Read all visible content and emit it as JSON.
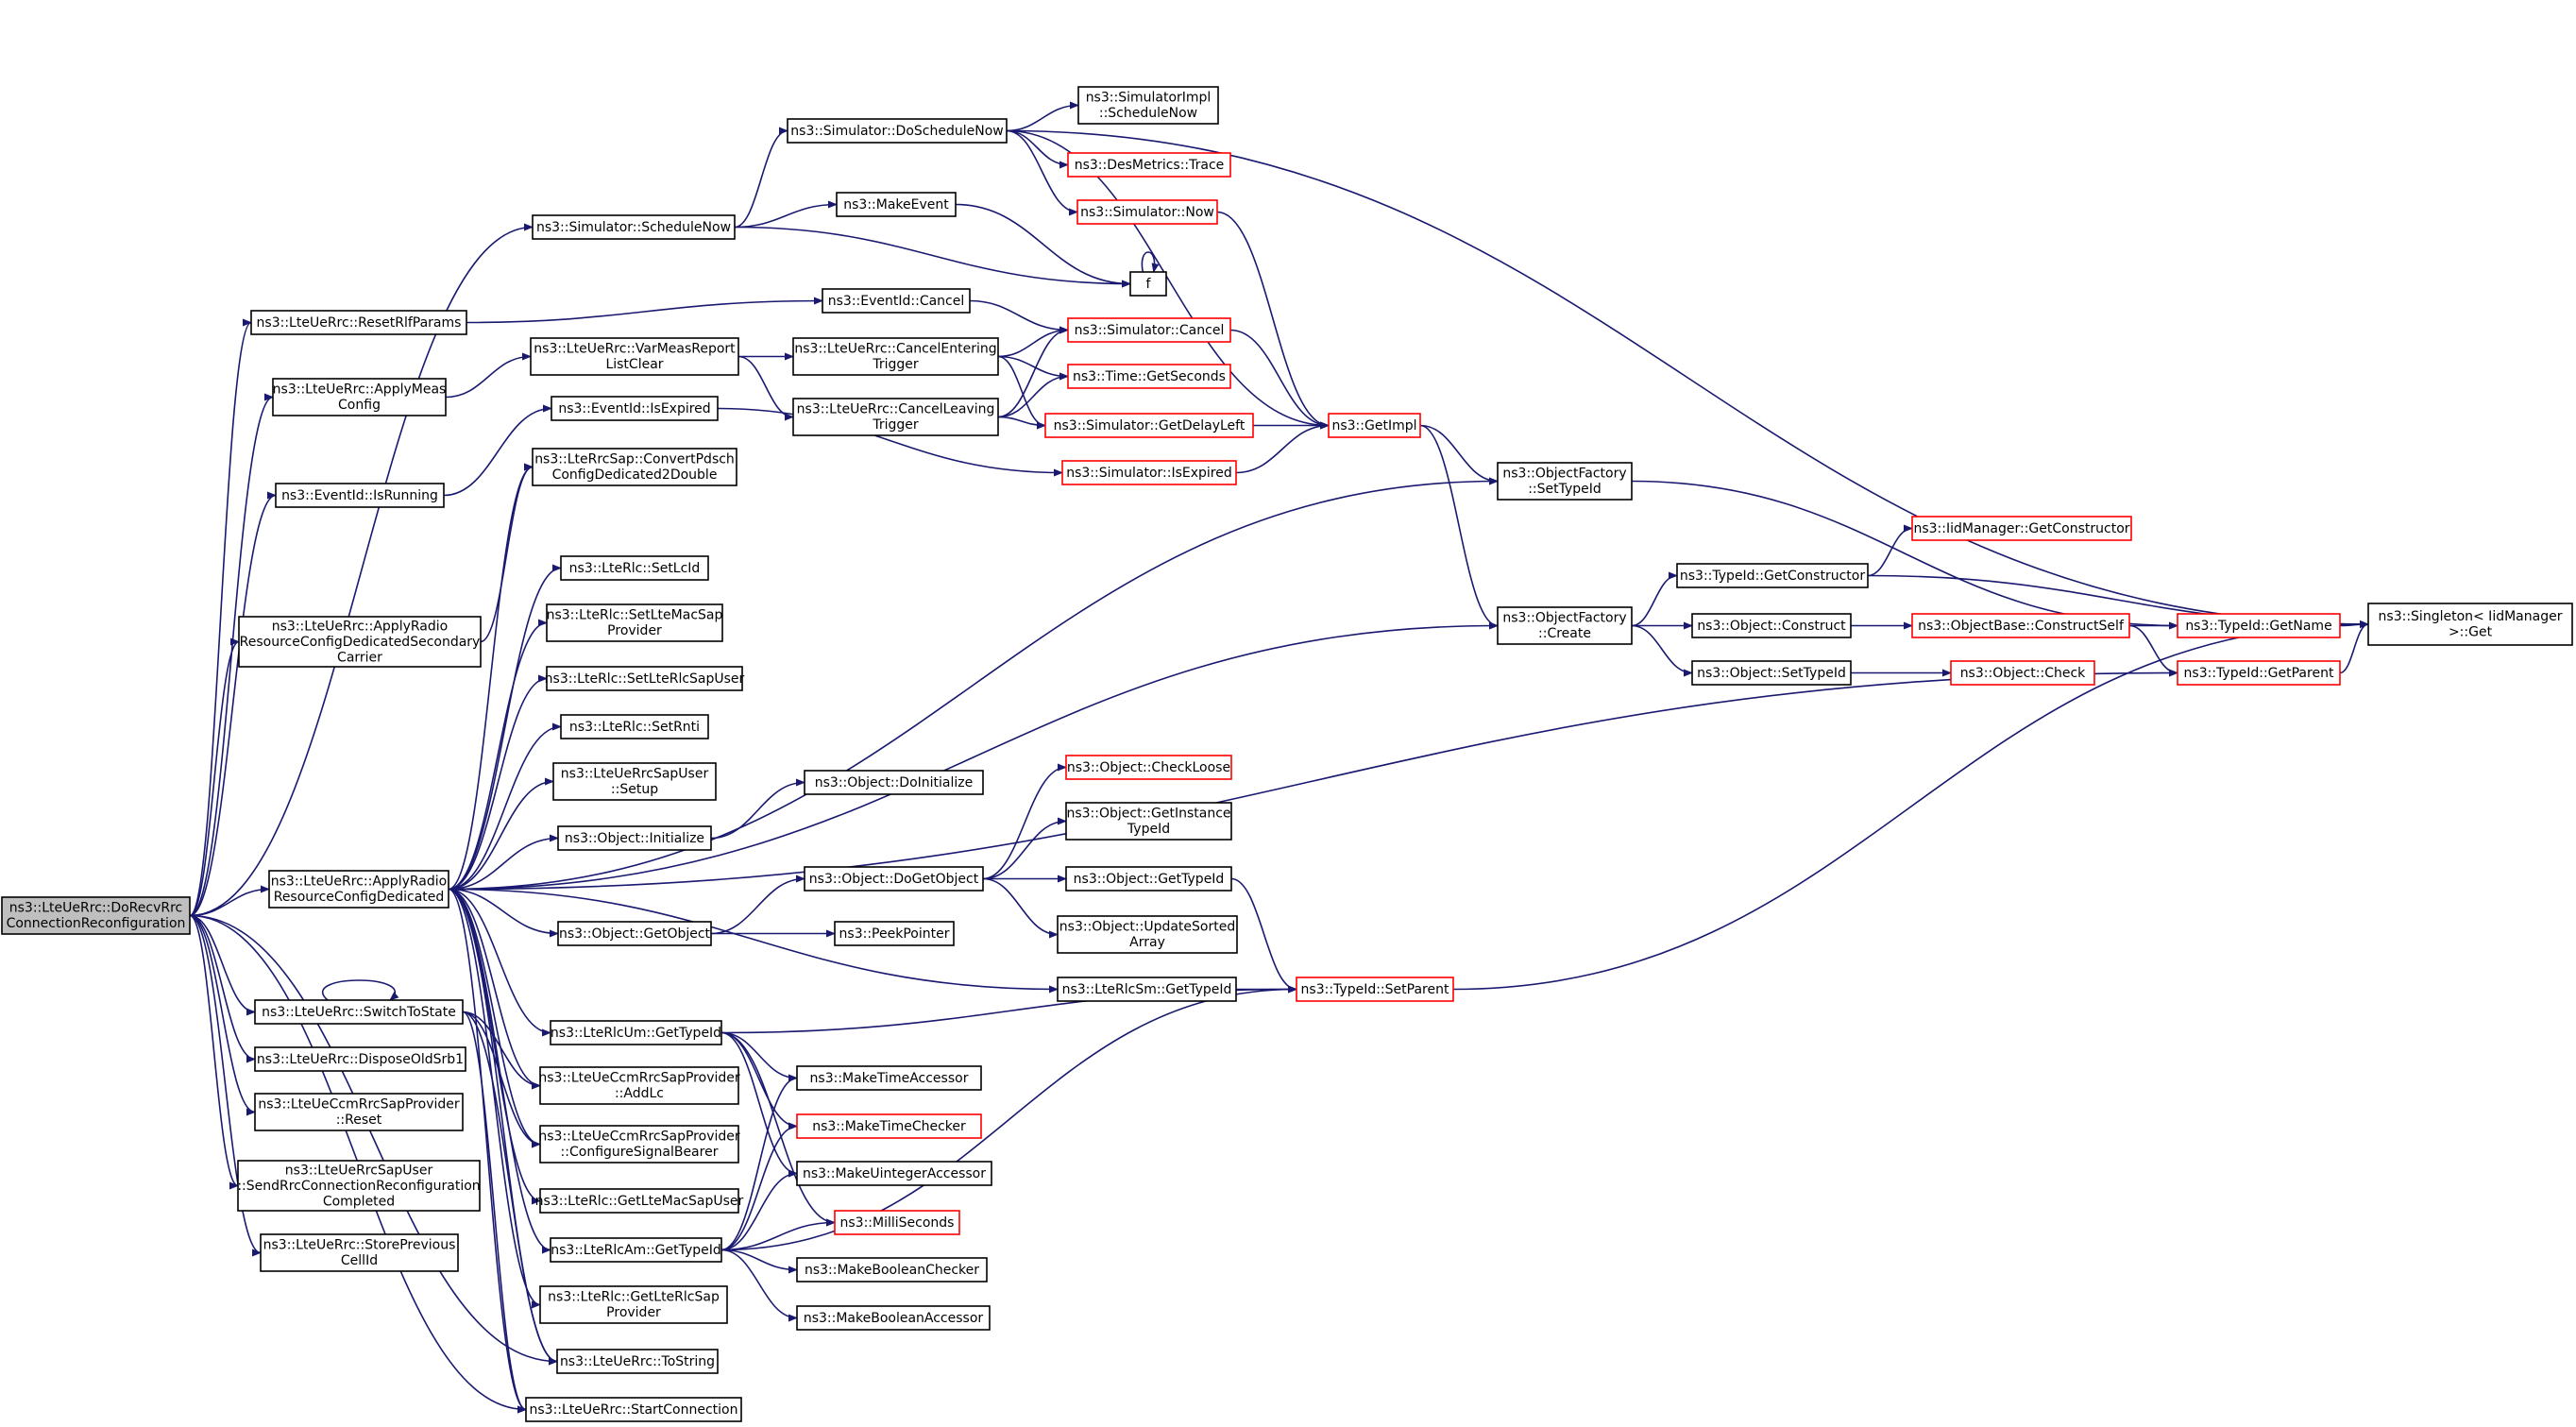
{
  "colors": {
    "edge": "#191970",
    "root_fill": "#bfbfbf",
    "border_red": "#ff0000",
    "border_black": "#000000"
  },
  "nodes": {
    "root": [
      "ns3::LteUeRrc::DoRecvRrc",
      "ConnectionReconfiguration"
    ],
    "scheduleNow": [
      "ns3::Simulator::ScheduleNow"
    ],
    "resetRlf": [
      "ns3::LteUeRrc::ResetRlfParams"
    ],
    "applyMeas": [
      "ns3::LteUeRrc::ApplyMeas",
      "Config"
    ],
    "evIsRunning": [
      "ns3::EventId::IsRunning"
    ],
    "applyRadioSec": [
      "ns3::LteUeRrc::ApplyRadio",
      "ResourceConfigDedicatedSecondary",
      "Carrier"
    ],
    "applyRadioDed": [
      "ns3::LteUeRrc::ApplyRadio",
      "ResourceConfigDedicated"
    ],
    "switchToState": [
      "ns3::LteUeRrc::SwitchToState"
    ],
    "disposeSrb1": [
      "ns3::LteUeRrc::DisposeOldSrb1"
    ],
    "ccmReset": [
      "ns3::LteUeCcmRrcSapProvider",
      "::Reset"
    ],
    "sendRrcComplete": [
      "ns3::LteUeRrcSapUser",
      "::SendRrcConnectionReconfiguration",
      "Completed"
    ],
    "storePrev": [
      "ns3::LteUeRrc::StorePrevious",
      "CellId"
    ],
    "doScheduleNow": [
      "ns3::Simulator::DoScheduleNow"
    ],
    "makeEvent": [
      "ns3::MakeEvent"
    ],
    "evCancel": [
      "ns3::EventId::Cancel"
    ],
    "varMeas": [
      "ns3::LteUeRrc::VarMeasReport",
      "ListClear"
    ],
    "evIsExpired": [
      "ns3::EventId::IsExpired"
    ],
    "convertPdsch": [
      "ns3::LteRrcSap::ConvertPdsch",
      "ConfigDedicated2Double"
    ],
    "setLcId": [
      "ns3::LteRlc::SetLcId"
    ],
    "setLteMac": [
      "ns3::LteRlc::SetLteMacSap",
      "Provider"
    ],
    "setLteRlcSapUser": [
      "ns3::LteRlc::SetLteRlcSapUser"
    ],
    "setRnti": [
      "ns3::LteRlc::SetRnti"
    ],
    "rrcSapSetup": [
      "ns3::LteUeRrcSapUser",
      "::Setup"
    ],
    "objInit": [
      "ns3::Object::Initialize"
    ],
    "objGetObject": [
      "ns3::Object::GetObject"
    ],
    "rlcUmGetTypeId": [
      "ns3::LteRlcUm::GetTypeId"
    ],
    "ccmAddLc": [
      "ns3::LteUeCcmRrcSapProvider",
      "::AddLc"
    ],
    "ccmConfigSignal": [
      "ns3::LteUeCcmRrcSapProvider",
      "::ConfigureSignalBearer"
    ],
    "getLteMacSapUser": [
      "ns3::LteRlc::GetLteMacSapUser"
    ],
    "rlcAmGetTypeId": [
      "ns3::LteRlcAm::GetTypeId"
    ],
    "getLteRlcSap": [
      "ns3::LteRlc::GetLteRlcSap",
      "Provider"
    ],
    "toString": [
      "ns3::LteUeRrc::ToString"
    ],
    "startConn": [
      "ns3::LteUeRrc::StartConnection"
    ],
    "cancelEntering": [
      "ns3::LteUeRrc::CancelEntering",
      "Trigger"
    ],
    "cancelLeaving": [
      "ns3::LteUeRrc::CancelLeaving",
      "Trigger"
    ],
    "doInitialize": [
      "ns3::Object::DoInitialize"
    ],
    "doGetObject": [
      "ns3::Object::DoGetObject"
    ],
    "peekPointer": [
      "ns3::PeekPointer"
    ],
    "makeTimeAccessor": [
      "ns3::MakeTimeAccessor"
    ],
    "makeTimeChecker": [
      "ns3::MakeTimeChecker"
    ],
    "makeUintegerAccessor": [
      "ns3::MakeUintegerAccessor"
    ],
    "milliSeconds": [
      "ns3::MilliSeconds"
    ],
    "makeBooleanChecker": [
      "ns3::MakeBooleanChecker"
    ],
    "makeBooleanAccessor": [
      "ns3::MakeBooleanAccessor"
    ],
    "simImplScheduleNow": [
      "ns3::SimulatorImpl",
      "::ScheduleNow"
    ],
    "desMetricsTrace": [
      "ns3::DesMetrics::Trace"
    ],
    "simNow": [
      "ns3::Simulator::Now"
    ],
    "f": [
      "f"
    ],
    "simCancel": [
      "ns3::Simulator::Cancel"
    ],
    "timeGetSeconds": [
      "ns3::Time::GetSeconds"
    ],
    "simGetDelayLeft": [
      "ns3::Simulator::GetDelayLeft"
    ],
    "simIsExpired": [
      "ns3::Simulator::IsExpired"
    ],
    "checkLoose": [
      "ns3::Object::CheckLoose"
    ],
    "getInstanceTypeId": [
      "ns3::Object::GetInstance",
      "TypeId"
    ],
    "objGetTypeId": [
      "ns3::Object::GetTypeId"
    ],
    "updateSortedArray": [
      "ns3::Object::UpdateSorted",
      "Array"
    ],
    "rlcSmGetTypeId": [
      "ns3::LteRlcSm::GetTypeId"
    ],
    "getImpl": [
      "ns3::GetImpl"
    ],
    "ofSetTypeId": [
      "ns3::ObjectFactory",
      "::SetTypeId"
    ],
    "ofCreate": [
      "ns3::ObjectFactory",
      "::Create"
    ],
    "typeIdSetParent": [
      "ns3::TypeId::SetParent"
    ],
    "typeIdGetConstructor": [
      "ns3::TypeId::GetConstructor"
    ],
    "objConstruct": [
      "ns3::Object::Construct"
    ],
    "objSetTypeId": [
      "ns3::Object::SetTypeId"
    ],
    "iidGetConstructor": [
      "ns3::IidManager::GetConstructor"
    ],
    "constructSelf": [
      "ns3::ObjectBase::ConstructSelf"
    ],
    "objCheck": [
      "ns3::Object::Check"
    ],
    "typeIdGetName": [
      "ns3::TypeId::GetName"
    ],
    "typeIdGetParent": [
      "ns3::TypeId::GetParent"
    ],
    "singletonGet": [
      "ns3::Singleton< IidManager",
      " >::Get"
    ]
  },
  "edges": [
    [
      "root",
      "scheduleNow"
    ],
    [
      "root",
      "resetRlf"
    ],
    [
      "root",
      "applyMeas"
    ],
    [
      "root",
      "evIsRunning"
    ],
    [
      "root",
      "applyRadioSec"
    ],
    [
      "root",
      "applyRadioDed"
    ],
    [
      "root",
      "switchToState"
    ],
    [
      "root",
      "disposeSrb1"
    ],
    [
      "root",
      "ccmReset"
    ],
    [
      "root",
      "sendRrcComplete"
    ],
    [
      "root",
      "storePrev"
    ],
    [
      "root",
      "toString"
    ],
    [
      "root",
      "startConn"
    ],
    [
      "scheduleNow",
      "doScheduleNow"
    ],
    [
      "scheduleNow",
      "makeEvent"
    ],
    [
      "scheduleNow",
      "f"
    ],
    [
      "resetRlf",
      "evCancel"
    ],
    [
      "applyMeas",
      "varMeas"
    ],
    [
      "evIsRunning",
      "evIsExpired"
    ],
    [
      "applyRadioSec",
      "convertPdsch"
    ],
    [
      "applyRadioDed",
      "convertPdsch"
    ],
    [
      "applyRadioDed",
      "setLcId"
    ],
    [
      "applyRadioDed",
      "setLteMac"
    ],
    [
      "applyRadioDed",
      "setLteRlcSapUser"
    ],
    [
      "applyRadioDed",
      "setRnti"
    ],
    [
      "applyRadioDed",
      "rrcSapSetup"
    ],
    [
      "applyRadioDed",
      "objInit"
    ],
    [
      "applyRadioDed",
      "objGetObject"
    ],
    [
      "applyRadioDed",
      "rlcUmGetTypeId"
    ],
    [
      "applyRadioDed",
      "ccmAddLc"
    ],
    [
      "applyRadioDed",
      "ccmConfigSignal"
    ],
    [
      "applyRadioDed",
      "getLteMacSapUser"
    ],
    [
      "applyRadioDed",
      "rlcAmGetTypeId"
    ],
    [
      "applyRadioDed",
      "getLteRlcSap"
    ],
    [
      "applyRadioDed",
      "toString"
    ],
    [
      "applyRadioDed",
      "startConn"
    ],
    [
      "applyRadioDed",
      "ofSetTypeId"
    ],
    [
      "applyRadioDed",
      "ofCreate"
    ],
    [
      "applyRadioDed",
      "typeIdGetParent"
    ],
    [
      "applyRadioDed",
      "rlcSmGetTypeId"
    ],
    [
      "switchToState",
      "switchToState"
    ],
    [
      "switchToState",
      "toString"
    ],
    [
      "switchToState",
      "startConn"
    ],
    [
      "switchToState",
      "ccmAddLc"
    ],
    [
      "switchToState",
      "ccmConfigSignal"
    ],
    [
      "doScheduleNow",
      "simImplScheduleNow"
    ],
    [
      "doScheduleNow",
      "desMetricsTrace"
    ],
    [
      "doScheduleNow",
      "simNow"
    ],
    [
      "doScheduleNow",
      "getImpl"
    ],
    [
      "doScheduleNow",
      "singletonGet"
    ],
    [
      "makeEvent",
      "f"
    ],
    [
      "f",
      "f"
    ],
    [
      "evCancel",
      "simCancel"
    ],
    [
      "varMeas",
      "cancelEntering"
    ],
    [
      "varMeas",
      "cancelLeaving"
    ],
    [
      "evIsExpired",
      "simIsExpired"
    ],
    [
      "objInit",
      "doInitialize"
    ],
    [
      "objGetObject",
      "doGetObject"
    ],
    [
      "objGetObject",
      "peekPointer"
    ],
    [
      "rlcUmGetTypeId",
      "makeTimeAccessor"
    ],
    [
      "rlcUmGetTypeId",
      "makeTimeChecker"
    ],
    [
      "rlcUmGetTypeId",
      "makeUintegerAccessor"
    ],
    [
      "rlcUmGetTypeId",
      "milliSeconds"
    ],
    [
      "rlcUmGetTypeId",
      "typeIdSetParent"
    ],
    [
      "rlcAmGetTypeId",
      "makeTimeAccessor"
    ],
    [
      "rlcAmGetTypeId",
      "makeTimeChecker"
    ],
    [
      "rlcAmGetTypeId",
      "makeUintegerAccessor"
    ],
    [
      "rlcAmGetTypeId",
      "milliSeconds"
    ],
    [
      "rlcAmGetTypeId",
      "makeBooleanChecker"
    ],
    [
      "rlcAmGetTypeId",
      "makeBooleanAccessor"
    ],
    [
      "rlcAmGetTypeId",
      "typeIdSetParent"
    ],
    [
      "cancelEntering",
      "simCancel"
    ],
    [
      "cancelEntering",
      "timeGetSeconds"
    ],
    [
      "cancelEntering",
      "simGetDelayLeft"
    ],
    [
      "cancelLeaving",
      "simCancel"
    ],
    [
      "cancelLeaving",
      "timeGetSeconds"
    ],
    [
      "cancelLeaving",
      "simGetDelayLeft"
    ],
    [
      "doGetObject",
      "checkLoose"
    ],
    [
      "doGetObject",
      "getInstanceTypeId"
    ],
    [
      "doGetObject",
      "objGetTypeId"
    ],
    [
      "doGetObject",
      "updateSortedArray"
    ],
    [
      "objGetTypeId",
      "typeIdSetParent"
    ],
    [
      "rlcSmGetTypeId",
      "typeIdSetParent"
    ],
    [
      "simNow",
      "getImpl"
    ],
    [
      "simCancel",
      "getImpl"
    ],
    [
      "simGetDelayLeft",
      "getImpl"
    ],
    [
      "simIsExpired",
      "getImpl"
    ],
    [
      "getImpl",
      "ofSetTypeId"
    ],
    [
      "getImpl",
      "ofCreate"
    ],
    [
      "ofSetTypeId",
      "typeIdGetName"
    ],
    [
      "ofCreate",
      "typeIdGetConstructor"
    ],
    [
      "ofCreate",
      "objConstruct"
    ],
    [
      "ofCreate",
      "objSetTypeId"
    ],
    [
      "typeIdGetConstructor",
      "iidGetConstructor"
    ],
    [
      "typeIdGetConstructor",
      "singletonGet"
    ],
    [
      "objConstruct",
      "constructSelf"
    ],
    [
      "objSetTypeId",
      "objCheck"
    ],
    [
      "constructSelf",
      "typeIdGetName"
    ],
    [
      "constructSelf",
      "typeIdGetParent"
    ],
    [
      "typeIdGetName",
      "singletonGet"
    ],
    [
      "typeIdGetParent",
      "singletonGet"
    ],
    [
      "typeIdSetParent",
      "singletonGet"
    ]
  ]
}
